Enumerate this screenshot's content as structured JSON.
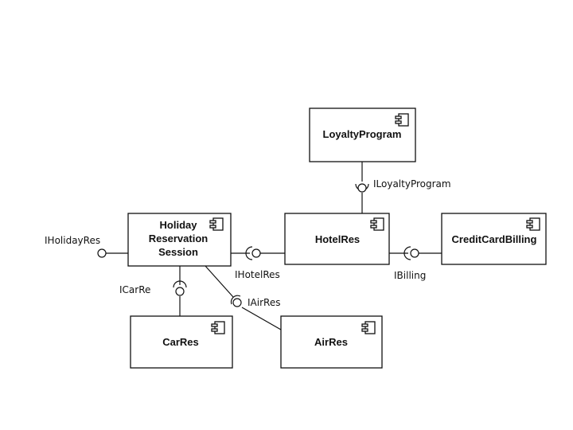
{
  "components": {
    "loyalty": "LoyaltyProgram",
    "holiday": [
      "Holiday",
      "Reservation",
      "Session"
    ],
    "hotel": "HotelRes",
    "billing": "CreditCardBilling",
    "car": "CarRes",
    "air": "AirRes"
  },
  "interfaces": {
    "loyalty": "ILoyaltyProgram",
    "holiday": "IHolidayRes",
    "hotel": "IHotelRes",
    "billing": "IBilling",
    "car": "ICarRe",
    "air": "IAirRes"
  },
  "icons": {
    "component": "uml-component-icon"
  },
  "colors": {
    "stroke": "#111111",
    "fill": "#ffffff"
  }
}
